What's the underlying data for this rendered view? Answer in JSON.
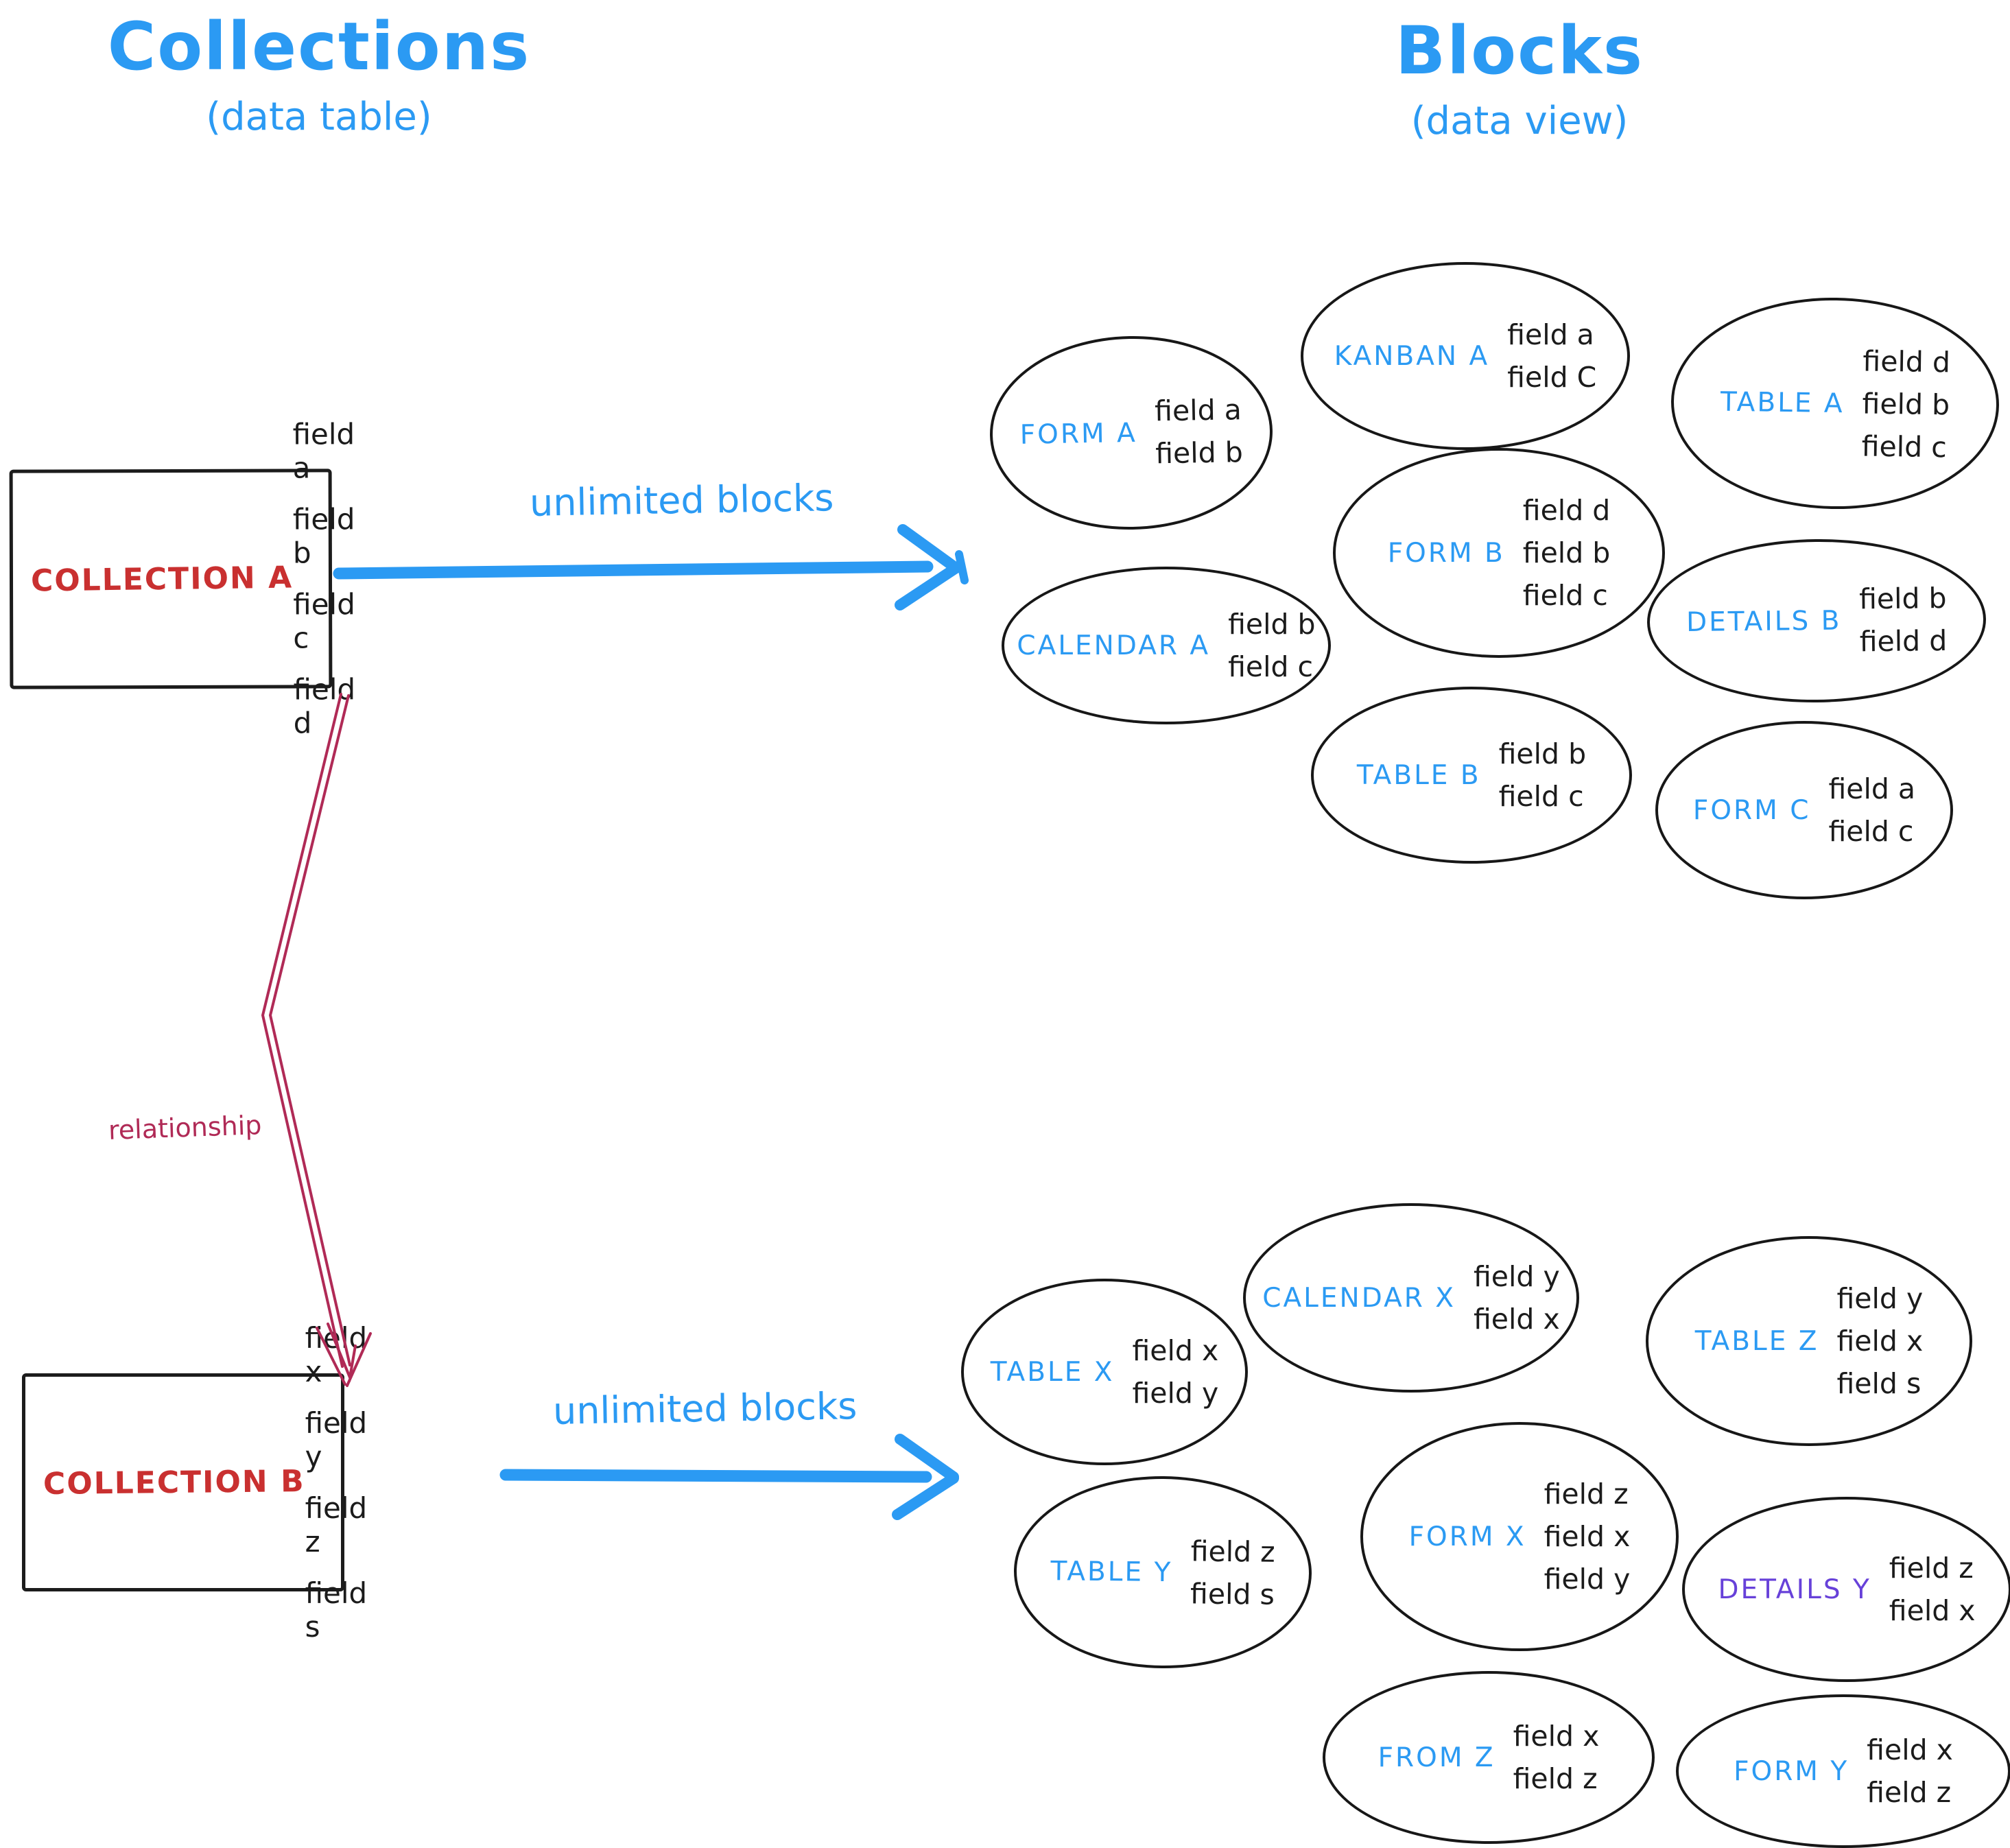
{
  "titles": {
    "left": {
      "title": "Collections",
      "subtitle": "(data table)"
    },
    "right": {
      "title": "Blocks",
      "subtitle": "(data view)"
    }
  },
  "colors": {
    "accent_blue": "#2b9af3",
    "collection_red": "#c93030",
    "relationship_crimson": "#b02a56",
    "details_y_purple": "#6741d9",
    "ink": "#1b1b1b"
  },
  "arrows": {
    "top_label": "unlimited blocks",
    "bottom_label": "unlimited blocks",
    "relationship_label": "relationship"
  },
  "collections": [
    {
      "name": "COLLECTION A",
      "fields": [
        "field a",
        "field b",
        "field c",
        "field d"
      ]
    },
    {
      "name": "COLLECTION B",
      "fields": [
        "field x",
        "field y",
        "field z",
        "field s"
      ]
    }
  ],
  "blocks_a": [
    {
      "name": "FORM A",
      "fields": [
        "field a",
        "field b"
      ]
    },
    {
      "name": "KANBAN A",
      "fields": [
        "field a",
        "field C"
      ]
    },
    {
      "name": "TABLE A",
      "fields": [
        "field d",
        "field b",
        "field c"
      ]
    },
    {
      "name": "CALENDAR A",
      "fields": [
        "field b",
        "field c"
      ]
    },
    {
      "name": "FORM B",
      "fields": [
        "field d",
        "field b",
        "field c"
      ]
    },
    {
      "name": "DETAILS B",
      "fields": [
        "field b",
        "field d"
      ]
    },
    {
      "name": "TABLE B",
      "fields": [
        "field b",
        "field c"
      ]
    },
    {
      "name": "FORM C",
      "fields": [
        "field a",
        "field c"
      ]
    }
  ],
  "blocks_b": [
    {
      "name": "TABLE X",
      "fields": [
        "field x",
        "field y"
      ]
    },
    {
      "name": "CALENDAR X",
      "fields": [
        "field y",
        "field x"
      ]
    },
    {
      "name": "TABLE Z",
      "fields": [
        "field y",
        "field x",
        "field s"
      ]
    },
    {
      "name": "TABLE Y",
      "fields": [
        "field z",
        "field s"
      ]
    },
    {
      "name": "FORM X",
      "fields": [
        "field z",
        "field x",
        "field y"
      ]
    },
    {
      "name": "DETAILS Y",
      "fields": [
        "field z",
        "field x"
      ]
    },
    {
      "name": "FROM Z",
      "fields": [
        "field x",
        "field z"
      ]
    },
    {
      "name": "FORM Y",
      "fields": [
        "field x",
        "field z"
      ]
    }
  ]
}
